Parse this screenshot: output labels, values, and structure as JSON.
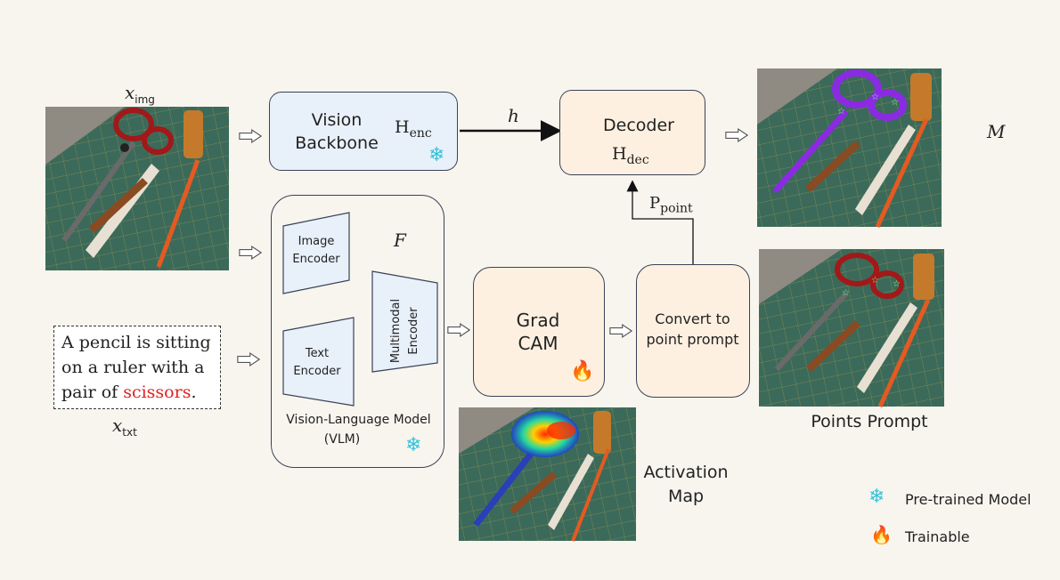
{
  "inputs": {
    "x_img_main": "x",
    "x_img_sub": "img",
    "x_txt_main": "x",
    "x_txt_sub": "txt",
    "text_before": "A pencil is sitting on a ruler with a pair of ",
    "text_highlight": "scissors",
    "text_after": "."
  },
  "vision_backbone": {
    "title": "Vision Backbone",
    "param_main": "H",
    "param_sub": "enc",
    "icon": "snowflake-icon"
  },
  "h_label": "h",
  "decoder": {
    "title": "Decoder",
    "param_main": "H",
    "param_sub": "dec"
  },
  "p_point": {
    "main": "P",
    "sub": "point"
  },
  "vlm": {
    "image_encoder": "Image Encoder",
    "text_encoder": "Text Encoder",
    "multimodal_encoder": "Multimodal Encoder",
    "f_symbol": "F",
    "title": "Vision-Language Model",
    "subtitle": "(VLM)",
    "icon": "snowflake-icon"
  },
  "grad_cam": {
    "line1": "Grad",
    "line2": "CAM",
    "icon": "flame-icon"
  },
  "convert": {
    "line1": "Convert to",
    "line2": "point prompt"
  },
  "activation_map": {
    "line1": "Activation",
    "line2": "Map"
  },
  "outputs": {
    "mask_symbol": "M",
    "points_prompt": "Points Prompt"
  },
  "legend": [
    {
      "icon": "snowflake-icon",
      "label": "Pre-trained Model"
    },
    {
      "icon": "flame-icon",
      "label": "Trainable"
    }
  ],
  "colors": {
    "blue_box": "#e8f0fa",
    "peach_box": "#fdf0e0",
    "highlight": "#e02020",
    "mask": "#8a2be2",
    "snowflake": "#35c2dd",
    "flame": "#ff7a1a"
  }
}
